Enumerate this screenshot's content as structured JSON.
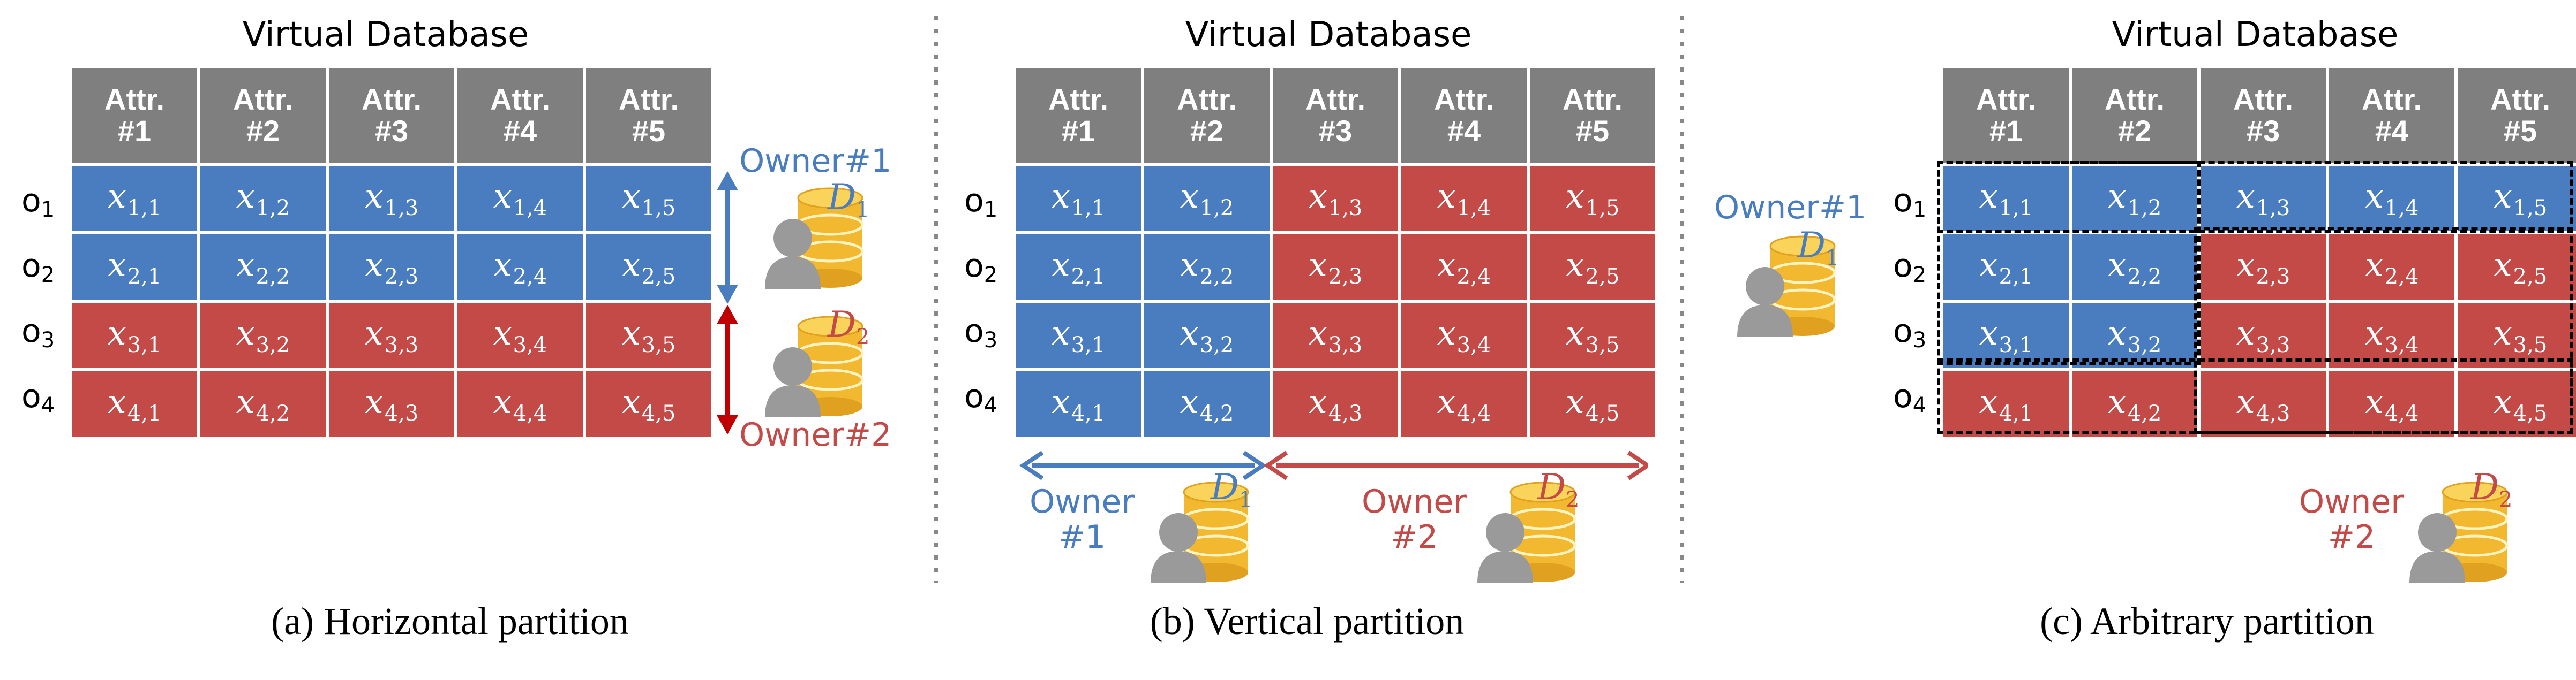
{
  "panels": [
    {
      "title": "Virtual Database",
      "caption": "(a) Horizontal partition",
      "headers": [
        [
          "Attr.",
          "#1"
        ],
        [
          "Attr.",
          "#2"
        ],
        [
          "Attr.",
          "#3"
        ],
        [
          "Attr.",
          "#4"
        ],
        [
          "Attr.",
          "#5"
        ]
      ],
      "rows": [
        "o1",
        "o2",
        "o3",
        "o4"
      ],
      "owners": [
        {
          "label": "Owner#1",
          "db": "D1",
          "color": "blue"
        },
        {
          "label": "Owner#2",
          "db": "D2",
          "color": "red"
        }
      ]
    },
    {
      "title": "Virtual Database",
      "caption": "(b) Vertical partition",
      "headers": [
        [
          "Attr.",
          "#1"
        ],
        [
          "Attr.",
          "#2"
        ],
        [
          "Attr.",
          "#3"
        ],
        [
          "Attr.",
          "#4"
        ],
        [
          "Attr.",
          "#5"
        ]
      ],
      "rows": [
        "o1",
        "o2",
        "o3",
        "o4"
      ],
      "owners": [
        {
          "label_lines": [
            "Owner",
            "#1"
          ],
          "db": "D1",
          "color": "blue"
        },
        {
          "label_lines": [
            "Owner",
            "#2"
          ],
          "db": "D2",
          "color": "red"
        }
      ]
    },
    {
      "title": "Virtual Database",
      "caption": "(c) Arbitrary partition",
      "headers": [
        [
          "Attr.",
          "#1"
        ],
        [
          "Attr.",
          "#2"
        ],
        [
          "Attr.",
          "#3"
        ],
        [
          "Attr.",
          "#4"
        ],
        [
          "Attr.",
          "#5"
        ]
      ],
      "rows": [
        "o1",
        "o2",
        "o3",
        "o4"
      ],
      "owners": [
        {
          "label": "Owner#1",
          "db": "D1",
          "color": "blue"
        },
        {
          "label_lines": [
            "Owner",
            "#2"
          ],
          "db": "D2",
          "color": "red"
        }
      ]
    }
  ],
  "cell_variable": "x",
  "colors": {
    "blue": "#4a7dbf",
    "red": "#c44a48",
    "header": "#7f7f7f",
    "cylinder": "#f2b830",
    "person": "#9a9a9a",
    "separator": "#888888"
  },
  "icons": [
    "database-owner-icon"
  ]
}
